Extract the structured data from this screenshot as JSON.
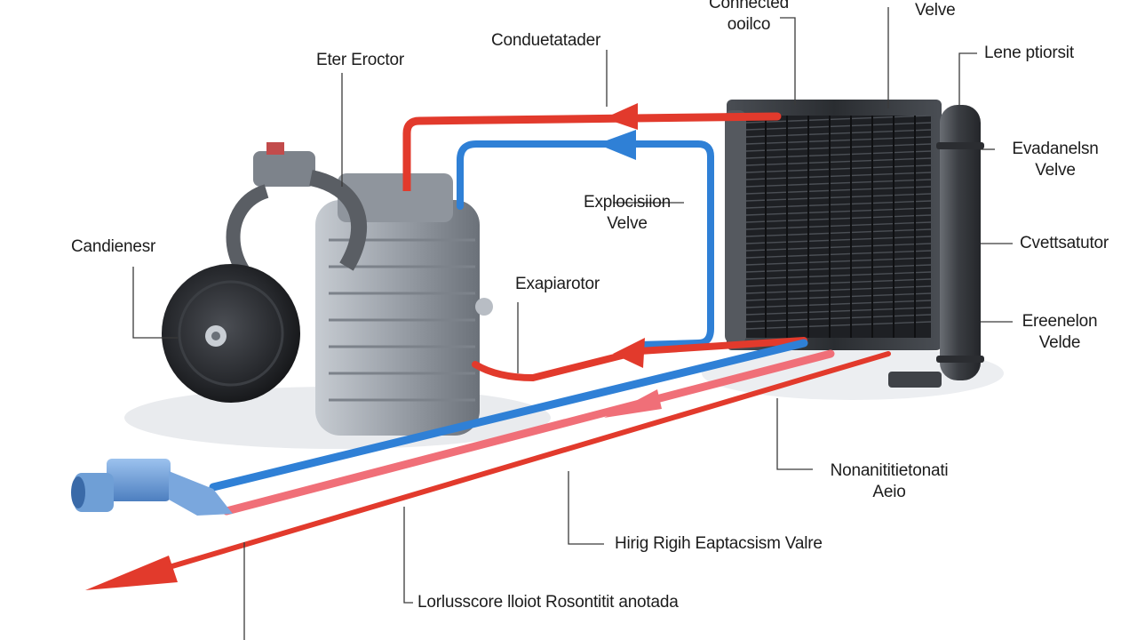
{
  "colors": {
    "hot_line": "#e23a2c",
    "hot_line_light": "#f06f78",
    "cold_line": "#2f80d6",
    "leader_line": "#3a3a3a",
    "condenser_body": "#3c3f44",
    "condenser_fins": "#1e2024",
    "compressor_metal": "#9aa0a8",
    "pulley": "#2a2c31",
    "fitting": "#6f9fd6"
  },
  "labels": {
    "top_center_line1": "Connected",
    "top_center_line2": "ooilco",
    "top_right_valve": "Velve",
    "right_top": "Lene ptiorsit",
    "right_evap_1": "Evadanelsn",
    "right_evap_2": "Velve",
    "right_mid": "Cvettsatutor",
    "right_exp_1": "Ereenelon",
    "right_exp_2": "Velde",
    "condenstader": "Conduetatader",
    "efet_erector": "Eter Eroctor",
    "candienesr": "Candienesr",
    "expansion_mid_1": "Explocisiion",
    "expansion_mid_2": "Velve",
    "evaporator_mid": "Exapiarotor",
    "non_bottom_1": "Nonanititietonati",
    "non_bottom_2": "Aeio",
    "high_bottom": "Hirig Rigih Eaptacsism Valre",
    "low_bottom": "Lorlusscore lloiot Rosontitit anotada"
  }
}
